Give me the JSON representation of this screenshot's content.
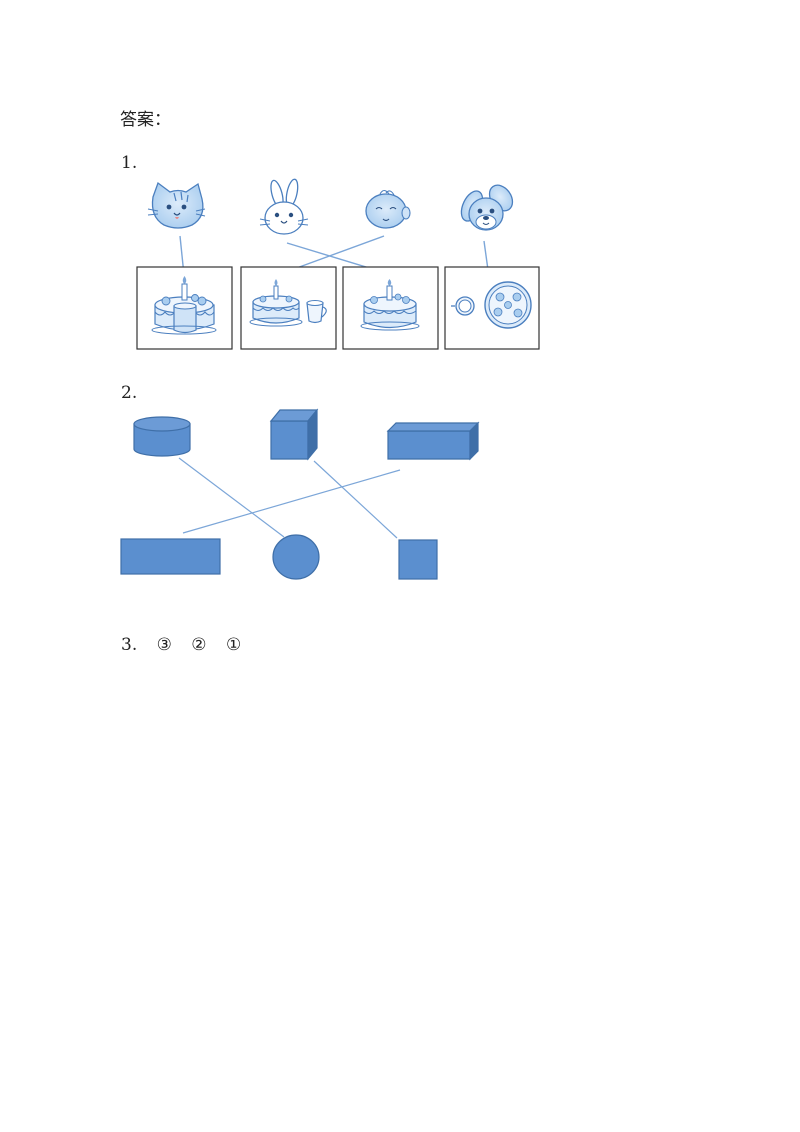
{
  "page": {
    "heading": "答案：",
    "q1": {
      "number": "1.",
      "animals": [
        "cat-face",
        "rabbit-face",
        "baby-face",
        "puppy-face"
      ],
      "boxes": [
        "cake-with-cup",
        "cake-and-cup",
        "cake",
        "cup-and-pizza"
      ],
      "matches": [
        [
          0,
          0
        ],
        [
          1,
          2
        ],
        [
          2,
          1
        ],
        [
          3,
          3
        ]
      ]
    },
    "q2": {
      "number": "2.",
      "solids": [
        "cylinder",
        "cube",
        "cuboid"
      ],
      "faces": [
        "rectangle",
        "circle",
        "square"
      ],
      "matches": [
        [
          0,
          1
        ],
        [
          1,
          2
        ],
        [
          2,
          0
        ]
      ],
      "fill_color": "#5b8fcf",
      "stroke_color": "#3f6fa8",
      "line_color": "#7ca6d8"
    },
    "q3": {
      "number": "3.",
      "answers": [
        "③",
        "②",
        "①"
      ]
    }
  }
}
